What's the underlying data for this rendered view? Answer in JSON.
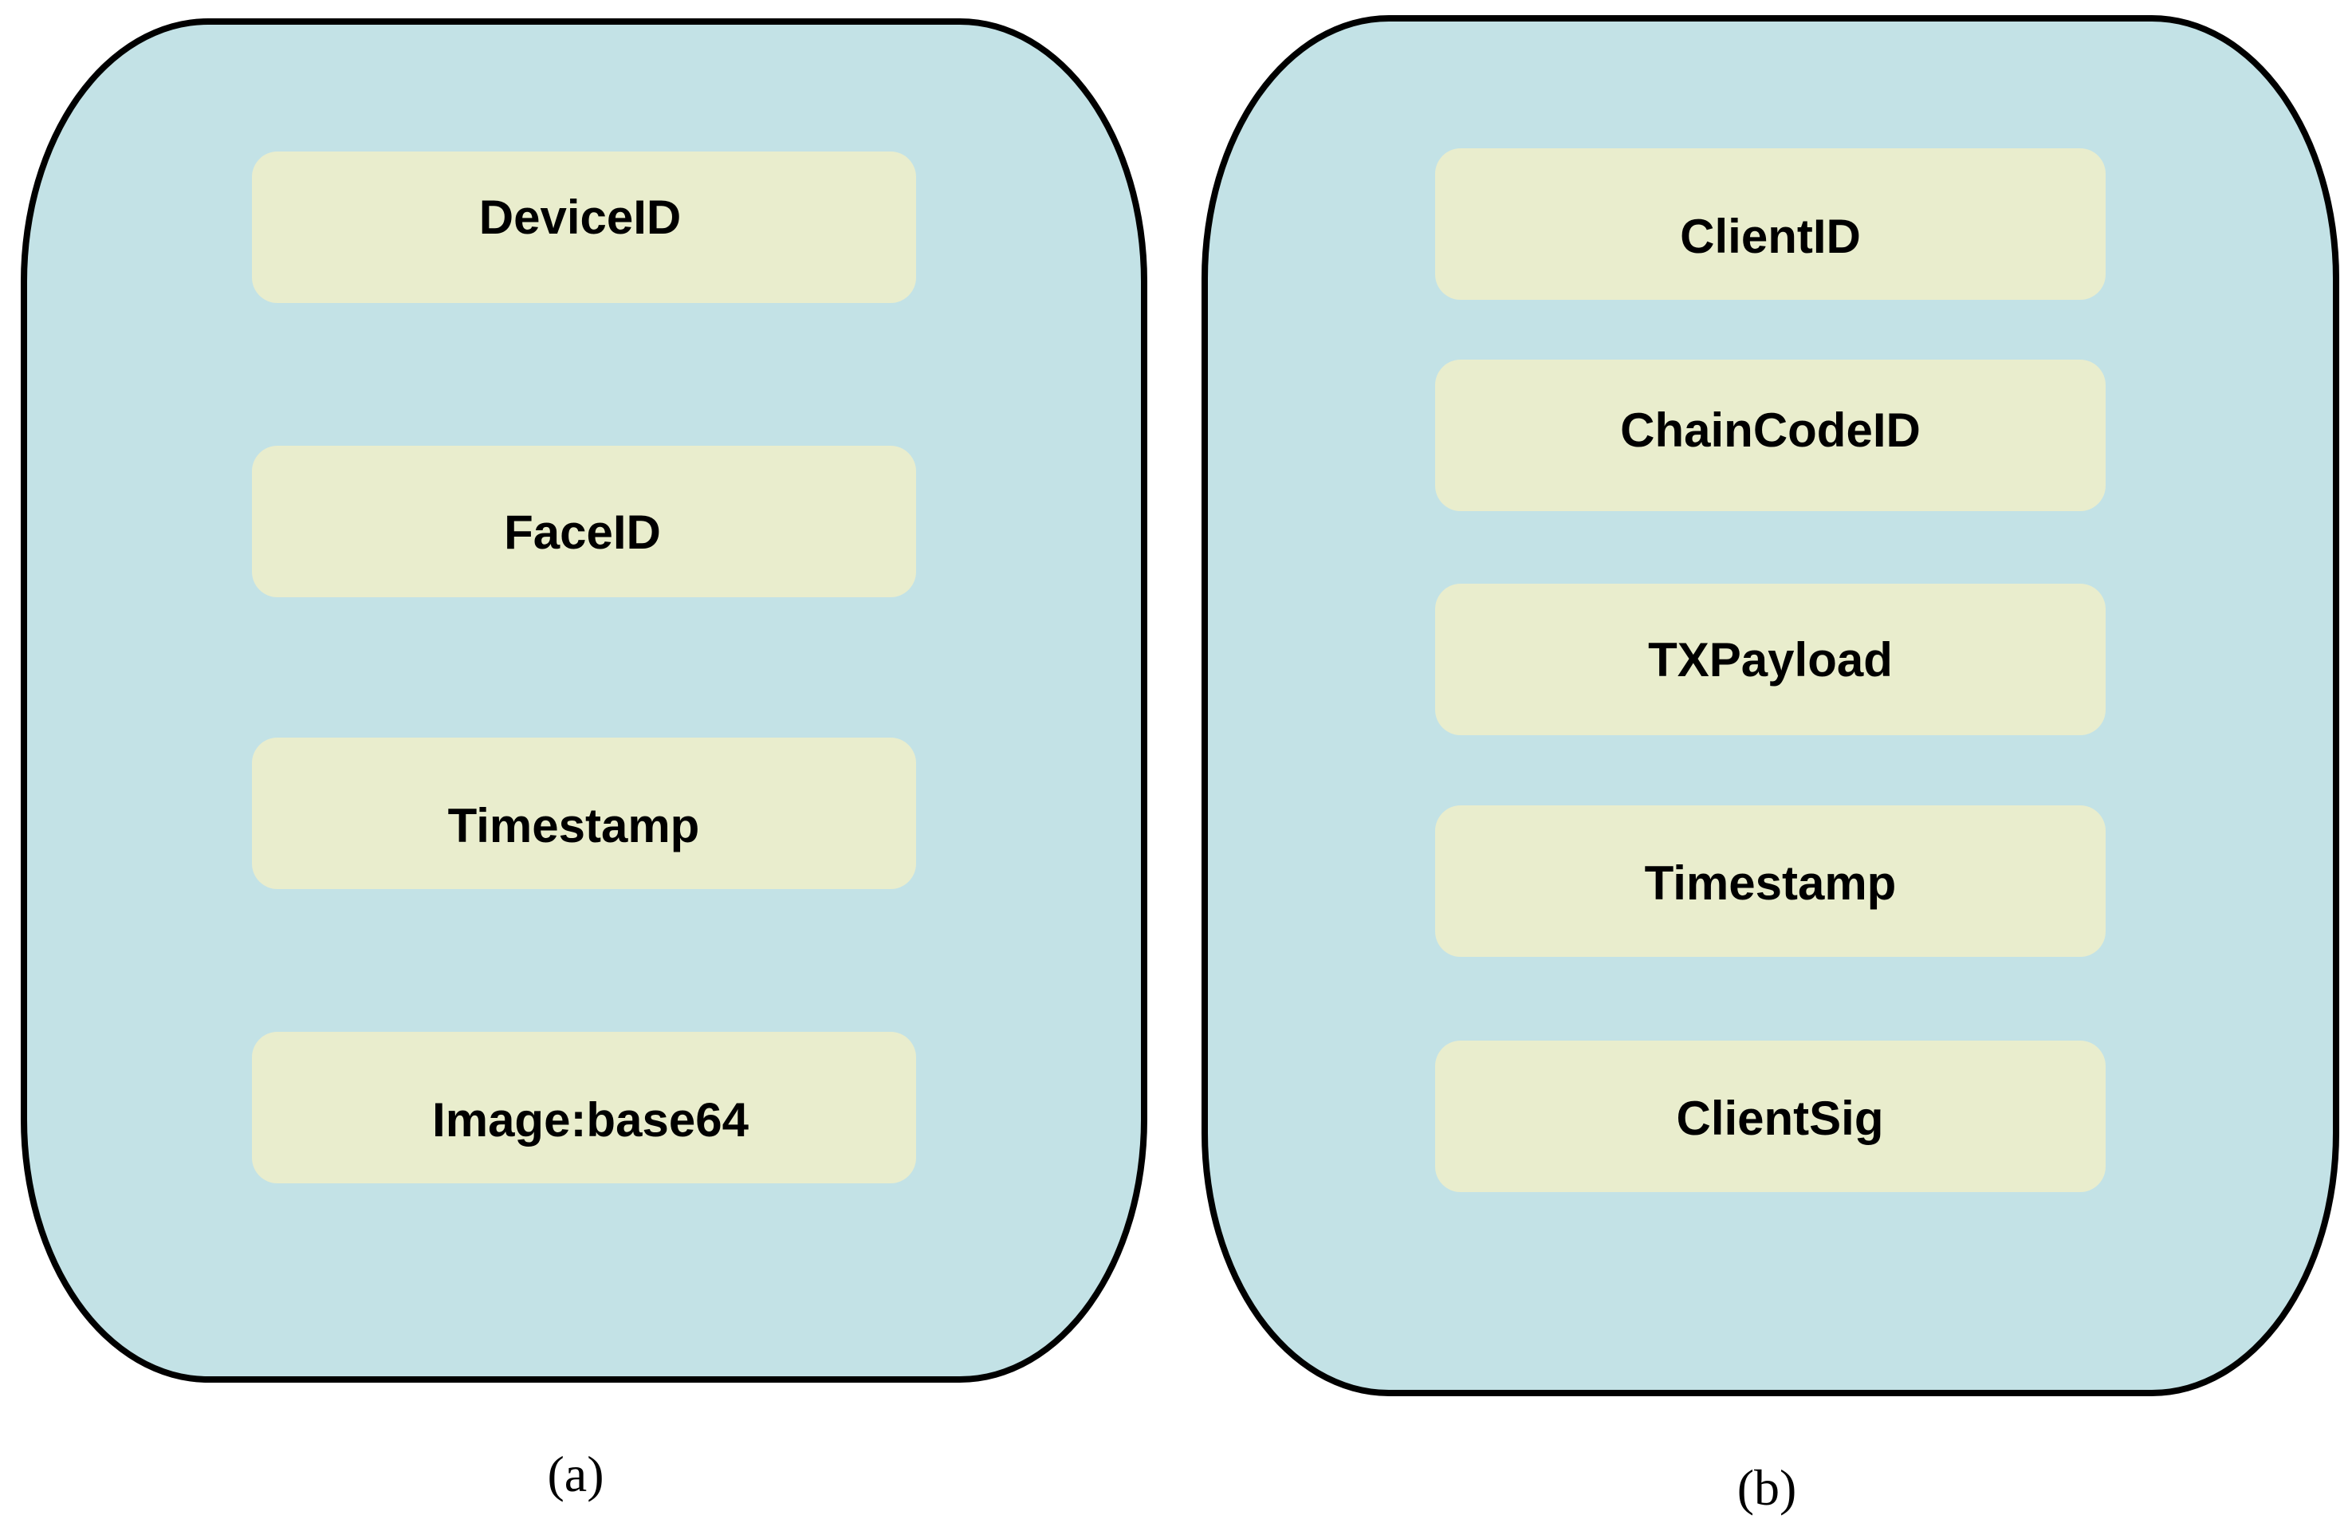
{
  "colors": {
    "panel_fill": "#c3e2e6",
    "field_fill": "#e9edcd",
    "border": "#000000"
  },
  "panel_a": {
    "fields": [
      "DeviceID",
      "FaceID",
      "Timestamp",
      "Image:base64"
    ],
    "caption": "(a)"
  },
  "panel_b": {
    "fields": [
      "ClientID",
      "ChainCodeID",
      "TXPayload",
      "Timestamp",
      "ClientSig"
    ],
    "caption": "(b)"
  }
}
